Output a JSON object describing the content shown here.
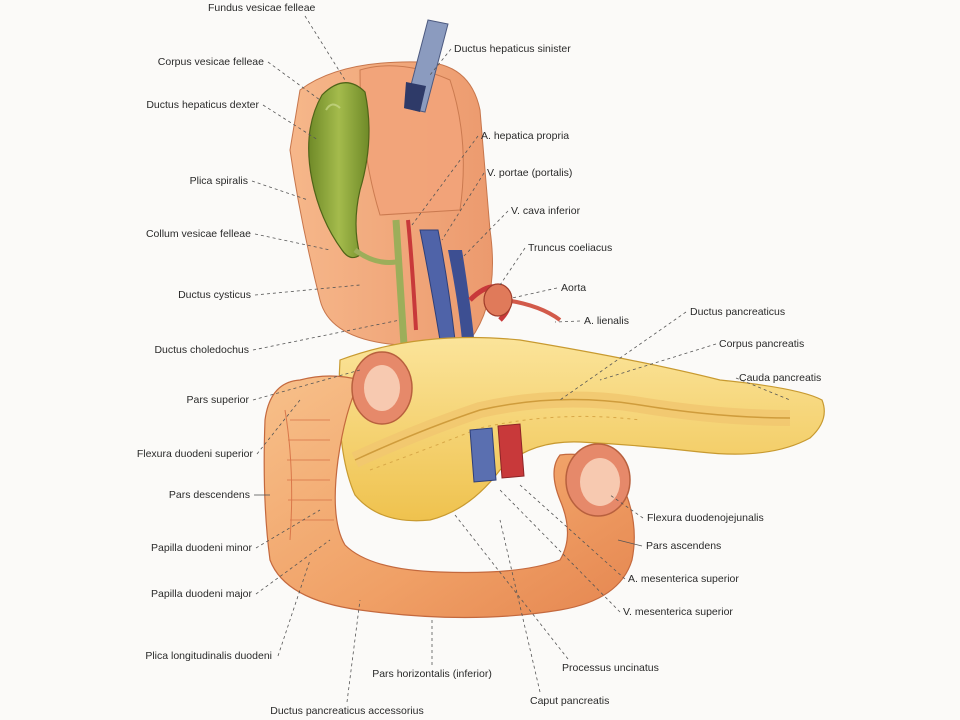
{
  "labels": {
    "fundus_vesicae_felleae": "Fundus vesicae felleae",
    "corpus_vesicae_felleae": "Corpus vesicae felleae",
    "ductus_hepaticus_dexter": "Ductus hepaticus dexter",
    "plica_spiralis": "Plica spiralis",
    "collum_vesicae_felleae": "Collum vesicae felleae",
    "ductus_cysticus": "Ductus cysticus",
    "ductus_choledochus": "Ductus choledochus",
    "pars_superior": "Pars superior",
    "flexura_duodeni_superior": "Flexura duodeni superior",
    "pars_descendens": "Pars descendens",
    "papilla_duodeni_minor": "Papilla duodeni minor",
    "papilla_duodeni_major": "Papilla duodeni major",
    "plica_longitudinalis_duodeni": "Plica longitudinalis duodeni",
    "ductus_pancreaticus_accessorius": "Ductus pancreaticus accessorius",
    "pars_horizontalis": "Pars horizontalis (inferior)",
    "caput_pancreatis": "Caput pancreatis",
    "processus_uncinatus": "Processus uncinatus",
    "v_mesenterica_superior": "V. mesenterica superior",
    "a_mesenterica_superior": "A. mesenterica superior",
    "pars_ascendens": "Pars ascendens",
    "flexura_duodenojejunalis": "Flexura duodenojejunalis",
    "cauda_pancreatis": "Cauda pancreatis",
    "corpus_pancreatis": "Corpus pancreatis",
    "ductus_pancreaticus": "Ductus pancreaticus",
    "a_lienalis": "A. lienalis",
    "aorta": "Aorta",
    "truncus_coeliacus": "Truncus coeliacus",
    "v_cava_inferior": "V. cava inferior",
    "v_portae": "V. portae (portalis)",
    "a_hepatica_propria": "A. hepatica propria",
    "ductus_hepaticus_sinister": "Ductus hepaticus sinister"
  },
  "colors": {
    "background": "#fbfaf8",
    "duodenum": "#f2a46b",
    "pancreas": "#f6d46a",
    "gallbladder": "#8fa83a",
    "artery": "#c8393a",
    "vein": "#5a6fb0",
    "liver_tissue": "#e8946a",
    "leader_line": "#555555"
  }
}
